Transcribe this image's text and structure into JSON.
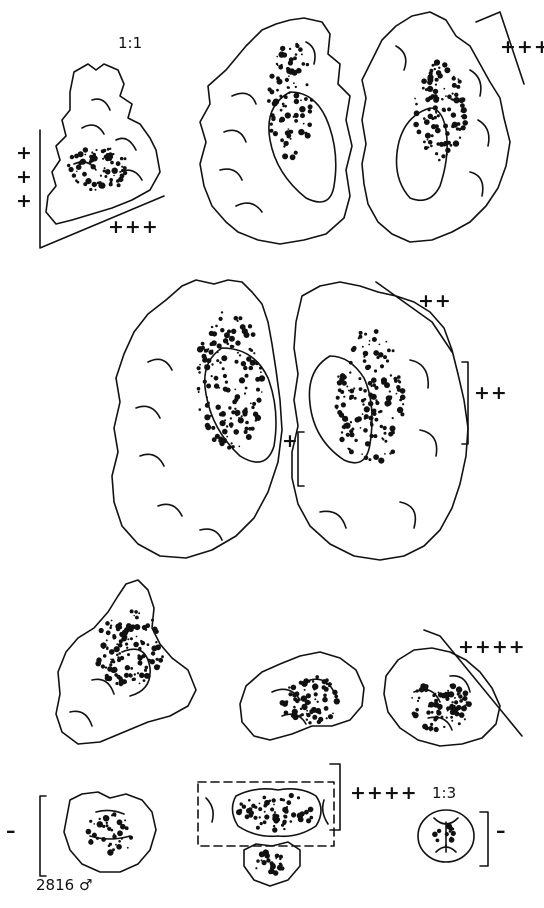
{
  "labels": {
    "scale_top": "1:1",
    "scale_bottom": "1:3",
    "specimen_id": "2816 ♂",
    "grade_a": "+",
    "grade_b": "+",
    "grade_c": "+",
    "grade_d": "+++",
    "grade_e": "+++",
    "grade_f": "++",
    "grade_g": "++",
    "grade_h": "+",
    "grade_i": "++++",
    "grade_j": "–",
    "grade_k": "++++",
    "grade_l": "–"
  }
}
